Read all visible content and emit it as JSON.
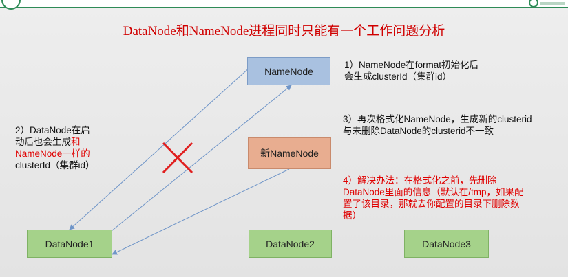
{
  "title": "DataNode和NameNode进程同时只能有一个工作问题分析",
  "nodes": {
    "namenode": "NameNode",
    "new_namenode": "新NameNode",
    "datanode1": "DataNode1",
    "datanode2": "DataNode2",
    "datanode3": "DataNode3"
  },
  "notes": {
    "note1": [
      "1）NameNode在format初始化后",
      "会生成clusterId（集群id）"
    ],
    "note2": {
      "line1": "2）DataNode在启",
      "line2_a": "动后也会生成",
      "line2_b": "和",
      "line3": "NameNode一样的",
      "line4": "clusterId（集群id）"
    },
    "note3": [
      "3）再次格式化NameNode，生成新的clusterid",
      "与未删除DataNode的clusterid不一致"
    ],
    "note4": [
      "4）解决办法：在格式化之前，先删除",
      "DataNode里面的信息（默认在/tmp，如果配",
      "置了该目录，那就去你配置的目录下删除数",
      "据）"
    ]
  },
  "colors": {
    "title": "#d00000",
    "highlight": "#e00000",
    "arrow": "#6f95c8",
    "cross": "#e02020",
    "namenode_fill": "#a9c1e0",
    "new_namenode_fill": "#e8ad90",
    "datanode_fill": "#a5d28a"
  }
}
